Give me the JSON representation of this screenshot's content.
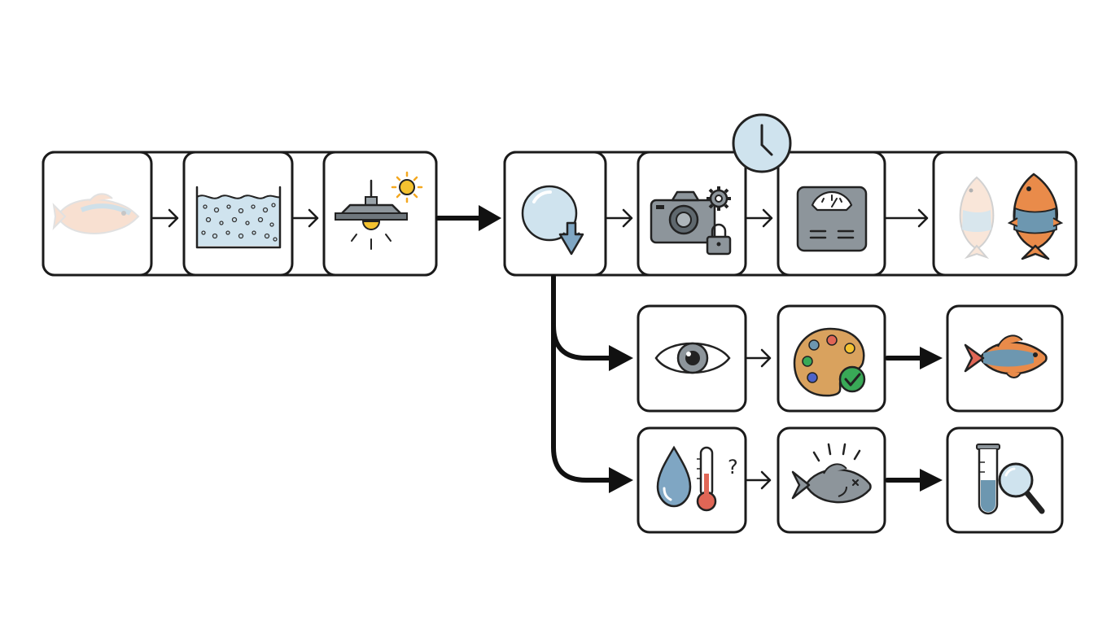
{
  "diagram": {
    "description_free": true,
    "timer_badge": {
      "icon": "clock-icon"
    },
    "rows": [
      {
        "name": "preparation-row",
        "nodes": [
          {
            "id": "p1",
            "icon": "faded-fish-icon"
          },
          {
            "id": "p2",
            "icon": "water-tank-icon"
          },
          {
            "id": "p3",
            "icon": "lamp-sun-icon"
          }
        ]
      },
      {
        "name": "main-row",
        "nodes": [
          {
            "id": "m1",
            "icon": "drop-down-icon"
          },
          {
            "id": "m2",
            "icon": "locked-camera-icon"
          },
          {
            "id": "m3",
            "icon": "scale-icon"
          },
          {
            "id": "m4",
            "icon": "fish-pair-icon"
          }
        ]
      },
      {
        "name": "visual-branch",
        "nodes": [
          {
            "id": "v1",
            "icon": "eye-icon"
          },
          {
            "id": "v2",
            "icon": "palette-check-icon"
          },
          {
            "id": "v3",
            "icon": "colored-fish-icon"
          }
        ]
      },
      {
        "name": "condition-branch",
        "nodes": [
          {
            "id": "c1",
            "icon": "drop-thermometer-icon"
          },
          {
            "id": "c2",
            "icon": "alarmed-fish-icon"
          },
          {
            "id": "c3",
            "icon": "test-tube-magnifier-icon"
          }
        ]
      }
    ],
    "question_mark": "?",
    "colors": {
      "line": "#1b1b1b",
      "water": "#cfe3ee",
      "water_dark": "#7fa6c3",
      "fish_orange": "#e98b4a",
      "fish_blue": "#6d97b0",
      "gray": "#8d959b",
      "yellow": "#f4c230",
      "green": "#39a957",
      "red": "#e06656"
    }
  }
}
